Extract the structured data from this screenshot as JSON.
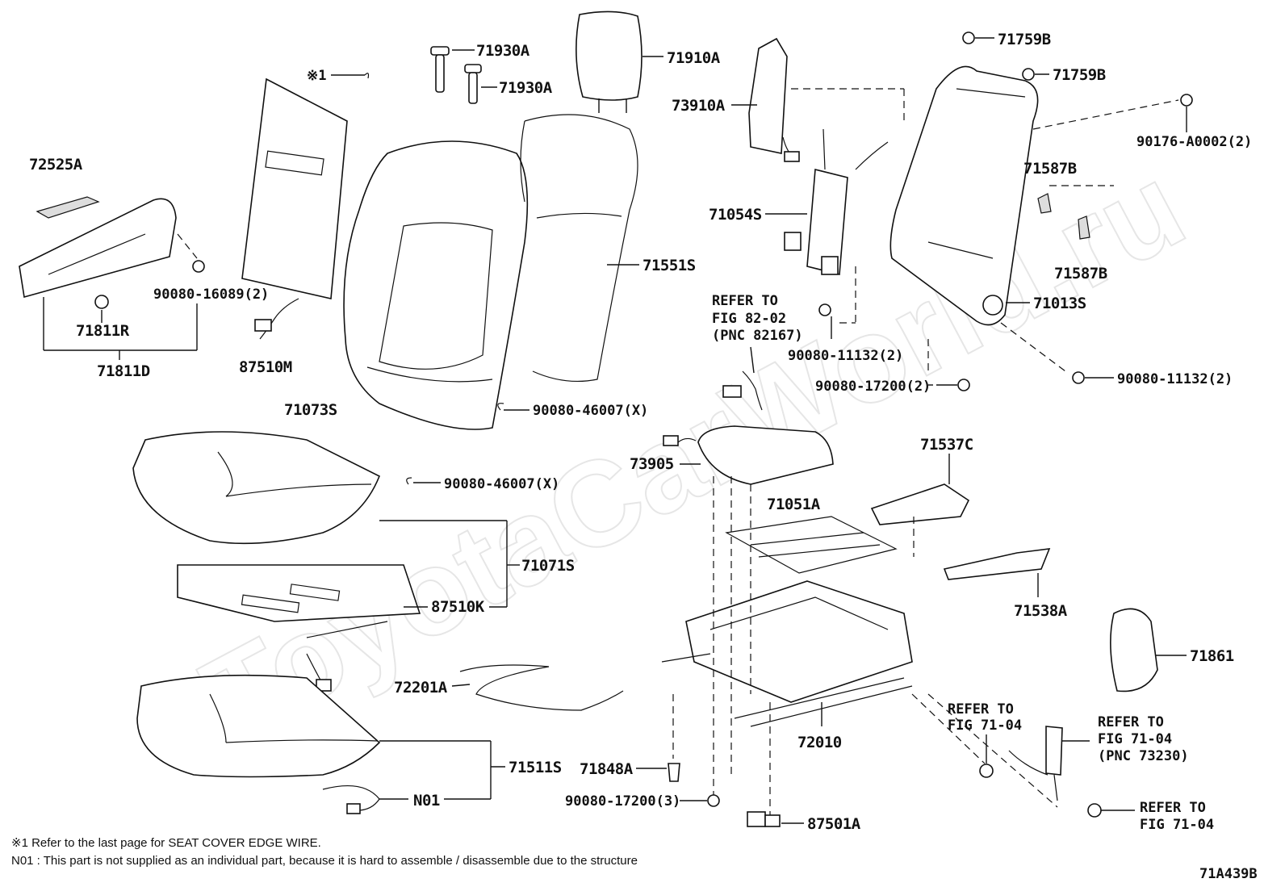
{
  "watermark": "ToyotaCarWorld.ru",
  "diagram_code": "71A439B",
  "notes": {
    "n1": "※1  Refer to the last page for SEAT COVER EDGE WIRE.",
    "n2": "N01 : This part is not supplied as an individual part, because it is hard to assemble / disassemble due to the structure"
  },
  "labels": {
    "l71930A_1": "71930A",
    "l71930A_2": "71930A",
    "l71910A": "71910A",
    "l71759B_1": "71759B",
    "l71759B_2": "71759B",
    "l90176": "90176-A0002(2)",
    "l73910A": "73910A",
    "l71054S": "71054S",
    "l71587B_1": "71587B",
    "l71587B_2": "71587B",
    "l71013S": "71013S",
    "l72525A": "72525A",
    "l90080_16089": "90080-16089(2)",
    "l71811R": "71811R",
    "l71811D": "71811D",
    "lx1": "※1",
    "l87510M": "87510M",
    "l71073S": "71073S",
    "l71551S": "71551S",
    "l90080_46007_a": "90080-46007(X)",
    "l90080_46007_b": "90080-46007(X)",
    "l90080_11132_a": "90080-11132(2)",
    "l90080_17200_a": "90080-17200(2)",
    "l90080_11132_b": "90080-11132(2)",
    "l73905": "73905",
    "l71537C": "71537C",
    "l71051A": "71051A",
    "l71071S": "71071S",
    "l87510K": "87510K",
    "l71538A": "71538A",
    "l71861": "71861",
    "l72201A": "72201A",
    "l72010": "72010",
    "l71511S": "71511S",
    "lN01": "N01",
    "l71848A": "71848A",
    "l90080_17200_b": "90080-17200(3)",
    "l87501A": "87501A"
  },
  "refs": {
    "r82_1": "REFER TO",
    "r82_2": "FIG 82-02",
    "r82_3": "(PNC 82167)",
    "r7104a_1": "REFER TO",
    "r7104a_2": "FIG 71-04",
    "r7104b_1": "REFER TO",
    "r7104b_2": "FIG 71-04",
    "r7104b_3": "(PNC 73230)",
    "r7104c_1": "REFER TO",
    "r7104c_2": "FIG 71-04"
  }
}
